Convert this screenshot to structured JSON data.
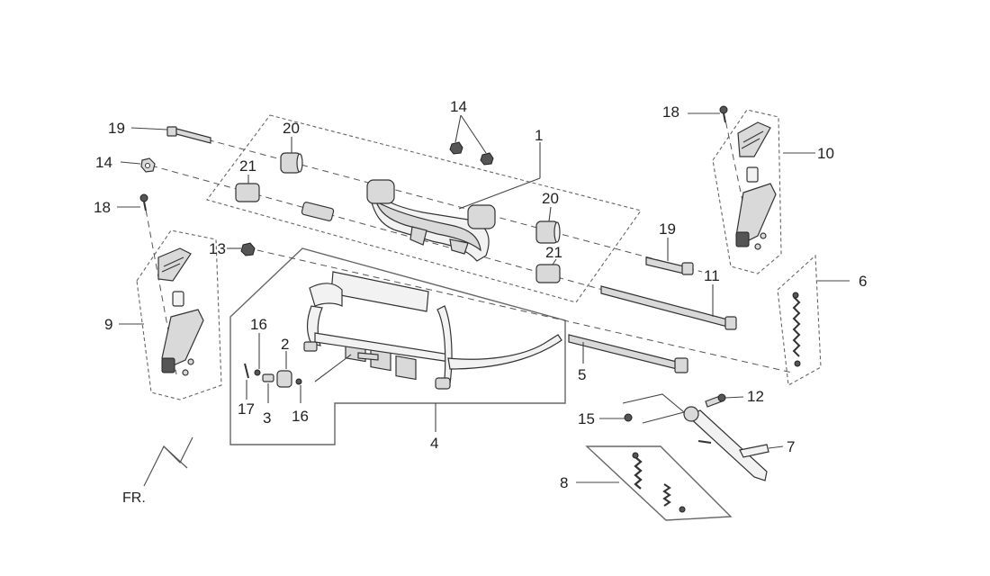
{
  "diagram": {
    "callouts": [
      {
        "id": "c1",
        "text": "1"
      },
      {
        "id": "c2",
        "text": "2"
      },
      {
        "id": "c3",
        "text": "3"
      },
      {
        "id": "c4",
        "text": "4"
      },
      {
        "id": "c5",
        "text": "5"
      },
      {
        "id": "c6",
        "text": "6"
      },
      {
        "id": "c7",
        "text": "7"
      },
      {
        "id": "c8",
        "text": "8"
      },
      {
        "id": "c9",
        "text": "9"
      },
      {
        "id": "c10",
        "text": "10"
      },
      {
        "id": "c11",
        "text": "11"
      },
      {
        "id": "c12",
        "text": "12"
      },
      {
        "id": "c13",
        "text": "13"
      },
      {
        "id": "c14a",
        "text": "14"
      },
      {
        "id": "c14b",
        "text": "14"
      },
      {
        "id": "c15",
        "text": "15"
      },
      {
        "id": "c16a",
        "text": "16"
      },
      {
        "id": "c16b",
        "text": "16"
      },
      {
        "id": "c17",
        "text": "17"
      },
      {
        "id": "c18a",
        "text": "18"
      },
      {
        "id": "c18b",
        "text": "18"
      },
      {
        "id": "c19a",
        "text": "19"
      },
      {
        "id": "c19b",
        "text": "19"
      },
      {
        "id": "c20a",
        "text": "20"
      },
      {
        "id": "c20b",
        "text": "20"
      },
      {
        "id": "c21a",
        "text": "21"
      },
      {
        "id": "c21b",
        "text": "21"
      }
    ],
    "direction_label": "FR."
  }
}
